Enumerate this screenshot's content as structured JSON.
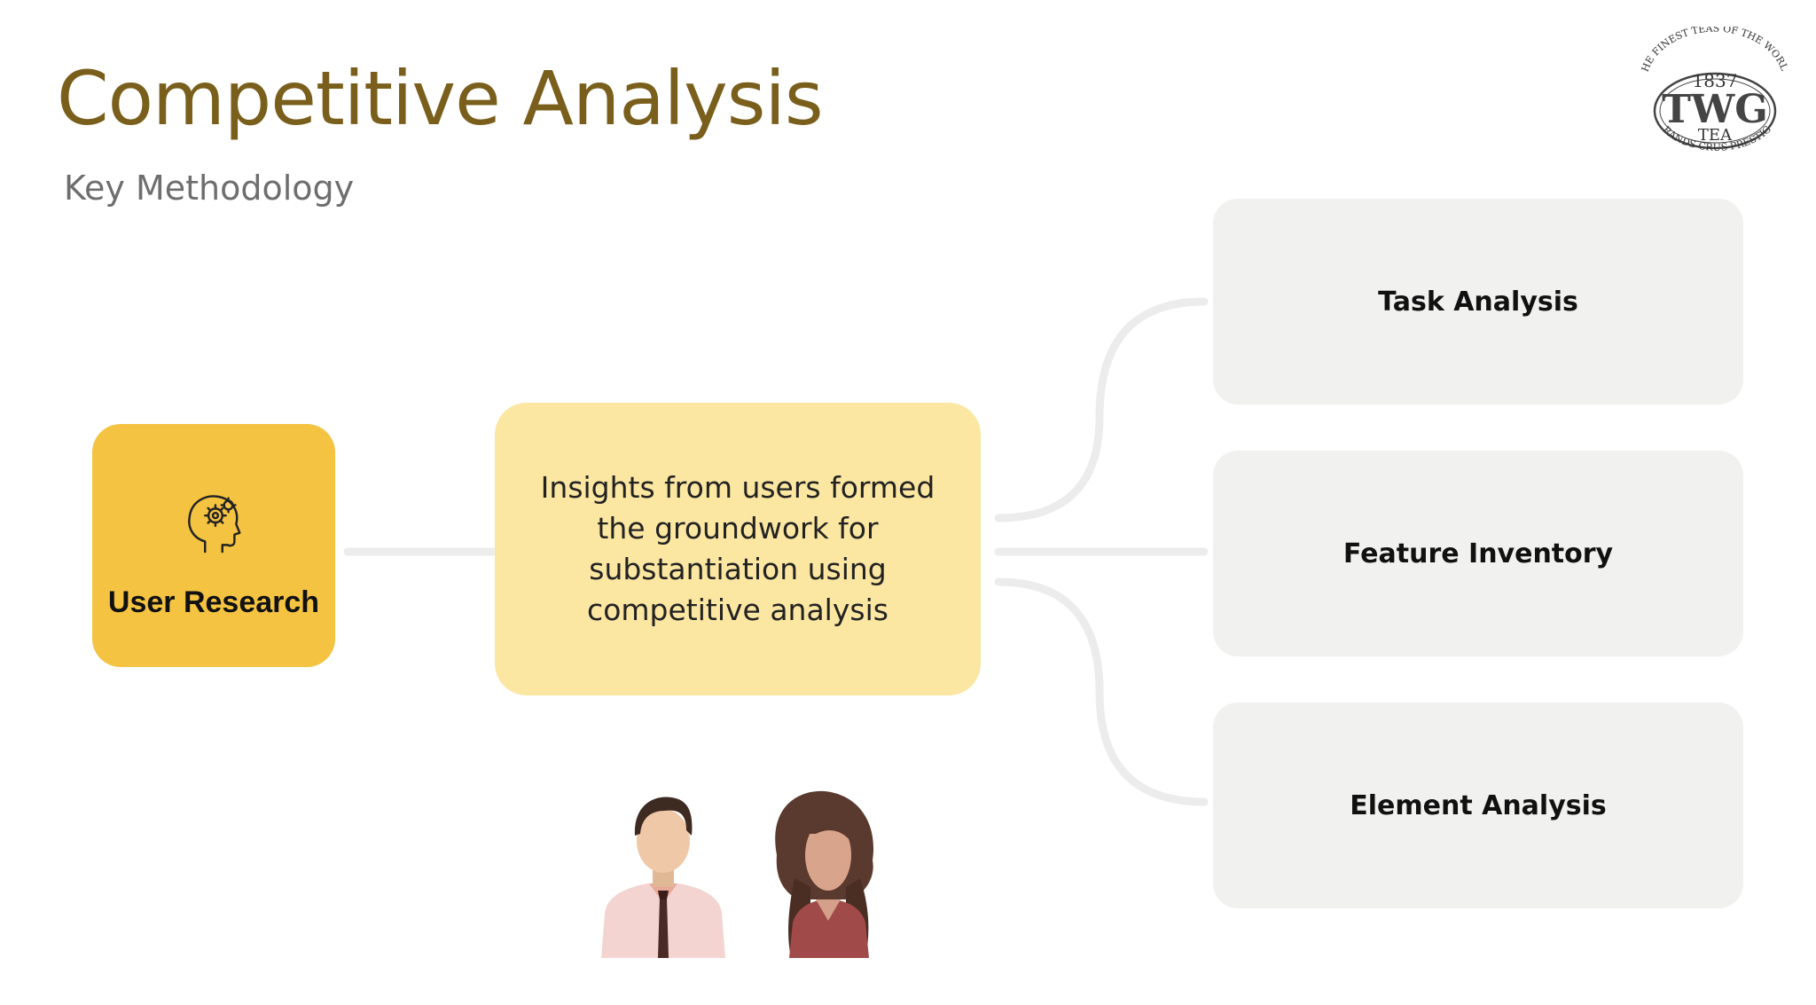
{
  "header": {
    "title": "Competitive Analysis",
    "subtitle": "Key Methodology"
  },
  "logo": {
    "top_arc": "THE FINEST TEAS OF THE WORLD",
    "year": "1837",
    "brand": "TWG",
    "tea": "TEA",
    "bottom_arc": "GRANDS CRUS PRESTIGE"
  },
  "diagram": {
    "source": {
      "label": "User Research",
      "icon": "head-gears-icon"
    },
    "insight": {
      "text": "Insights from users formed the groundwork for substantiation using competitive analysis"
    },
    "outcomes": [
      {
        "label": "Task Analysis"
      },
      {
        "label": "Feature Inventory"
      },
      {
        "label": "Element Analysis"
      }
    ]
  },
  "illustration": {
    "icon": "two-users-illustration"
  },
  "colors": {
    "title": "#7a5f1c",
    "subtitle": "#6e6e6e",
    "source_box": "#f4c342",
    "insight_box": "#fbe7a1",
    "card": "#f1f1f0",
    "connector": "#ececec"
  }
}
